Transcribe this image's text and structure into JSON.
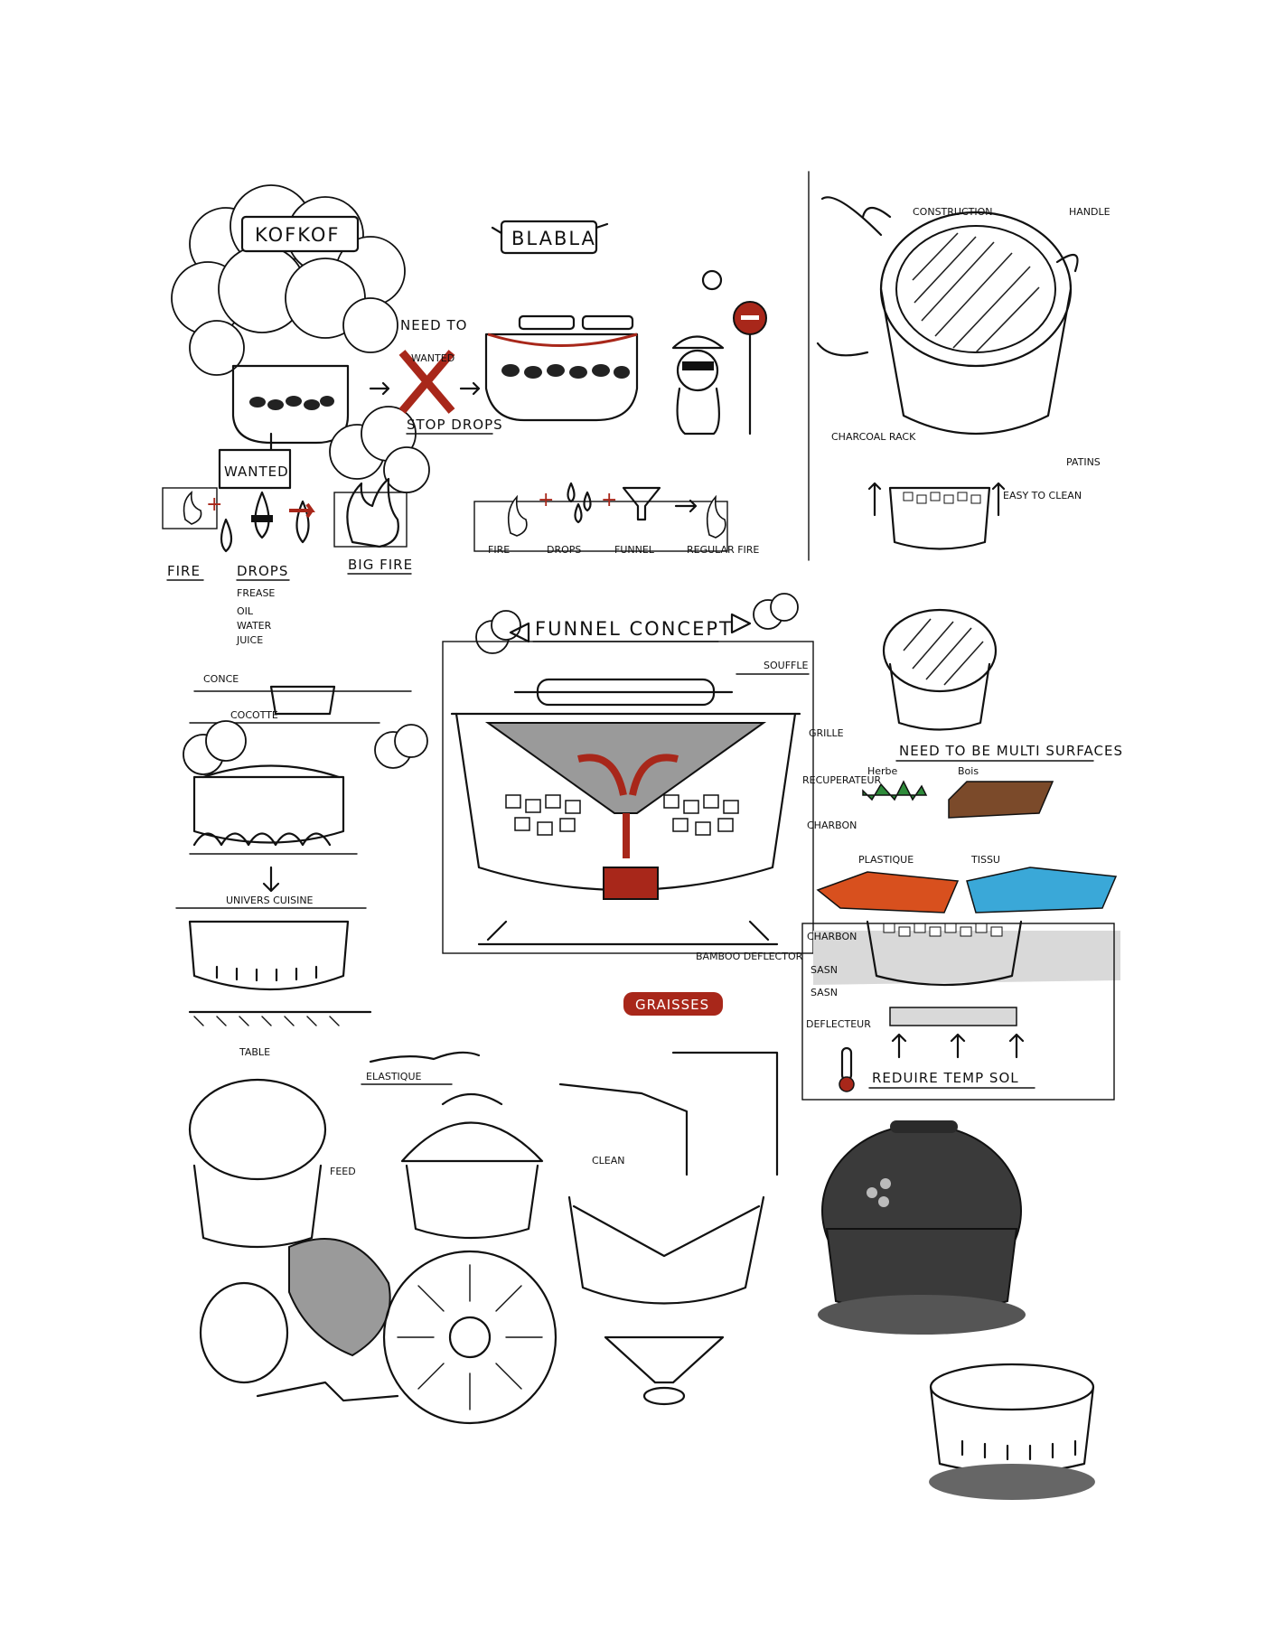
{
  "panel1": {
    "bubble": "KOFKOF",
    "wanted": "WANTED",
    "labels": [
      "FIRE",
      "DROPS",
      "BIG FIRE"
    ],
    "drops_list": [
      "FREASE",
      "OIL",
      "WATER",
      "JUICE"
    ]
  },
  "panel2": {
    "need_to": "NEED TO",
    "wanted_small": "WANTED",
    "stop": "STOP DROPS",
    "bubble": "BLABLA",
    "flow": [
      "FIRE",
      "DROPS",
      "FUNNEL",
      "REGULAR FIRE"
    ]
  },
  "panel3": {
    "labels": [
      "CONSTRUCTION",
      "HANDLE",
      "CHARCOAL RACK",
      "EASY TO CLEAN",
      "PATINS"
    ]
  },
  "panel4": {
    "labels": [
      "CONCE",
      "COCOTTE",
      "UNIVERS CUISINE",
      "TABLE"
    ]
  },
  "panel5": {
    "title": "FUNNEL CONCEPT",
    "labels": [
      "SOUFFLE",
      "GRILLE",
      "RECUPERATEUR",
      "CHARBON",
      "BAMBOO DEFLECTOR"
    ],
    "grease": "GRAISSES"
  },
  "panel6": {
    "title": "NEED TO BE MULTI SURFACES",
    "surfaces": [
      "Herbe",
      "Bois",
      "PLASTIQUE",
      "TISSU"
    ],
    "layers": [
      "CHARBON",
      "SASN",
      "SASN",
      "DEFLECTEUR"
    ],
    "bottom": "REDUIRE TEMP SOL"
  },
  "panel7": {
    "labels": [
      "ELASTIQUE",
      "FEED",
      "CLEAN"
    ]
  },
  "colors": {
    "red_accent": "#a8271a",
    "green_grass": "#2e8b3a",
    "wood": "#7b4a2a",
    "plastic": "#d8501e",
    "fabric": "#3aa8d8",
    "render_dark": "#3a3a3a"
  }
}
